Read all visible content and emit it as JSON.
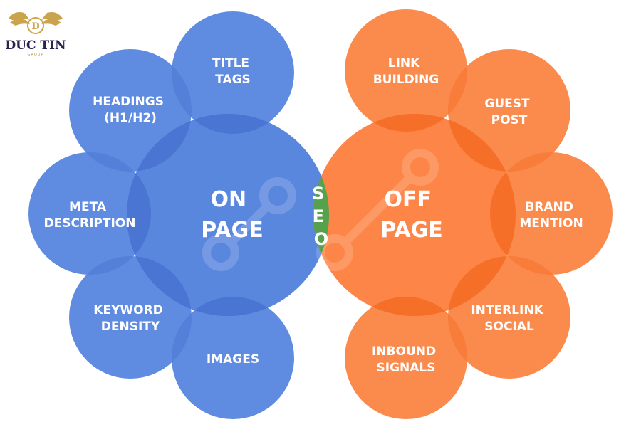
{
  "logo": {
    "name": "DUC TIN",
    "subtitle": "GROUP",
    "monogram": "D",
    "gold_color": "#c9a44c",
    "text_color": "#2b2350"
  },
  "colors": {
    "on_page_center": "#5a87de",
    "on_page_petal": "#5f8be0",
    "on_page_overlap": "#4a75d2",
    "off_page_center": "#fd8547",
    "off_page_petal": "#fb8a4d",
    "off_page_overlap": "#f56f28",
    "seo_overlap": "#55a14c",
    "gear_watermark": "#ffffff"
  },
  "seo": {
    "letters": [
      "S",
      "E",
      "O"
    ]
  },
  "on_page": {
    "title_lines": [
      "ON",
      "PAGE"
    ],
    "petals": [
      {
        "id": "title-tags",
        "lines": [
          "TITLE",
          "TAGS"
        ]
      },
      {
        "id": "headings",
        "lines": [
          "HEADINGS",
          "(H1/H2)"
        ]
      },
      {
        "id": "meta-description",
        "lines": [
          "META",
          "DESCRIPTION"
        ]
      },
      {
        "id": "keyword-density",
        "lines": [
          "KEYWORD",
          "DENSITY"
        ]
      },
      {
        "id": "images",
        "lines": [
          "IMAGES"
        ]
      }
    ]
  },
  "off_page": {
    "title_lines": [
      "OFF",
      "PAGE"
    ],
    "petals": [
      {
        "id": "link-building",
        "lines": [
          "LINK",
          "BUILDING"
        ]
      },
      {
        "id": "guest-post",
        "lines": [
          "GUEST",
          "POST"
        ]
      },
      {
        "id": "brand-mention",
        "lines": [
          "BRAND",
          "MENTION"
        ]
      },
      {
        "id": "interlink-social",
        "lines": [
          "INTERLINK",
          "SOCIAL"
        ]
      },
      {
        "id": "inbound-signals",
        "lines": [
          "INBOUND",
          "SIGNALS"
        ]
      }
    ]
  }
}
